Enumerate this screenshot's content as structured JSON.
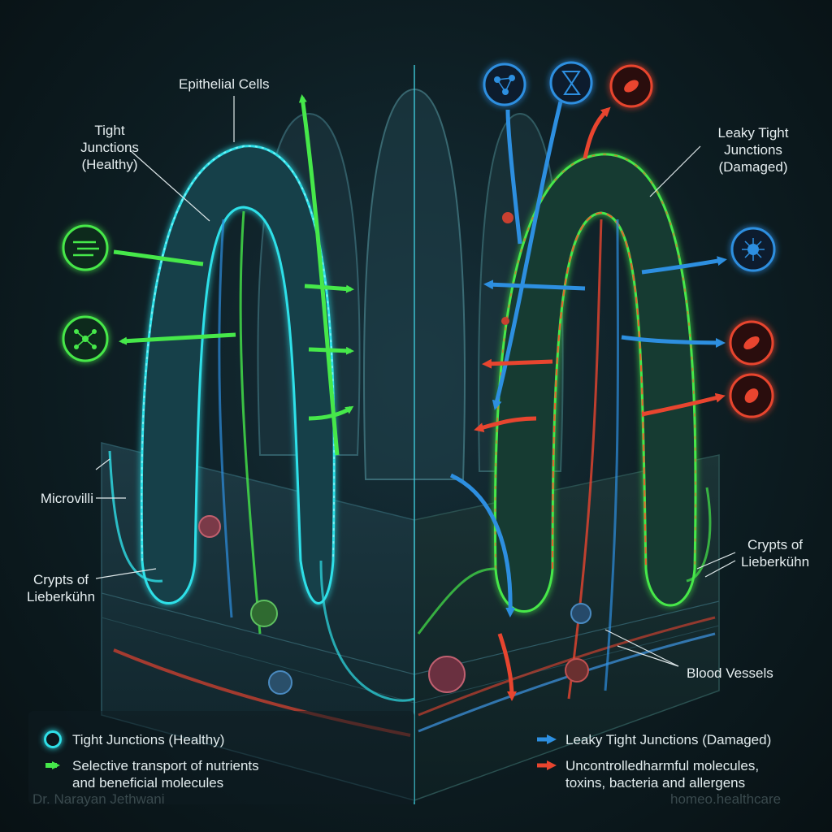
{
  "labels": {
    "epithelial_cells": "Epithelial Cells",
    "tight_junctions_healthy": [
      "Tight",
      "Junctions",
      "(Healthy)"
    ],
    "leaky_tight_junctions": [
      "Leaky Tight",
      "Junctions",
      "(Damaged)"
    ],
    "microvilli": "Microvilli",
    "crypts_left": [
      "Crypts of",
      "Lieberkühn"
    ],
    "crypts_right": [
      "Crypts of",
      "Lieberkühn"
    ],
    "blood_vessels": "Blood Vessels"
  },
  "legend": {
    "tight_healthy": "Tight Junctions (Healthy)",
    "selective_transport": [
      "Selective transport of nutrients",
      "and beneficial molecules"
    ],
    "leaky_damaged": "Leaky Tight Junctions (Damaged)",
    "uncontrolled": [
      "Uncontrolledharmful molecules,",
      "toxins, bacteria and allergens"
    ]
  },
  "watermarks": {
    "left": "Dr. Narayan Jethwani",
    "right": "homeo.healthcare"
  },
  "icons": {
    "left": [
      "airflow-icon",
      "molecule-icon"
    ],
    "top_right": [
      "molecule-network-icon",
      "dna-hourglass-icon",
      "bacteria-icon"
    ],
    "right": [
      "virus-icon",
      "bacteria-icon",
      "bacteria-icon"
    ]
  },
  "colors": {
    "healthy_cyan": "#2fe0e8",
    "healthy_green": "#46e84a",
    "leaky_blue": "#2d8fe0",
    "harmful_red": "#e8452f"
  }
}
